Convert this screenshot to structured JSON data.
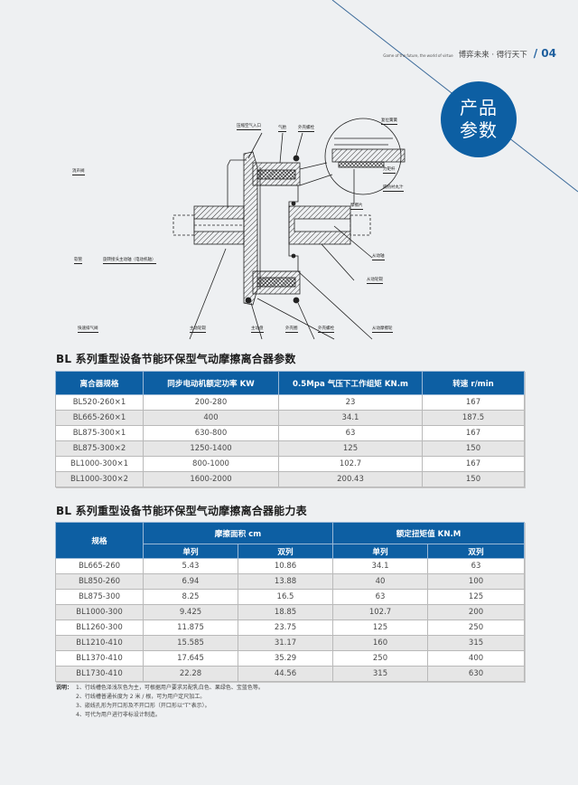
{
  "header": {
    "slogan_en": "Game of the future, the world of virtue",
    "slogan_cn": "博弈未来 · 得行天下",
    "page_number": "/ 04"
  },
  "badge": {
    "line1": "产品",
    "line2": "参数"
  },
  "colors": {
    "brand_blue": "#0d5fa3",
    "row_alt": "#e6e6e6",
    "background": "#eef0f2"
  },
  "diagram": {
    "labels": {
      "muffler_valve": "消声阀",
      "hose": "软管",
      "rotary_joint": "旋转接头",
      "drive_shaft": "主动轴（电动机轴）",
      "quick_exhaust_valve": "快速排气阀",
      "compressed_air_inlet": "压缩空气入口",
      "airbag": "气胎",
      "shell_screw_top": "外壳螺栓",
      "drive_hub": "主动轮毂",
      "drive_disc": "主动盘",
      "shell_ring": "外壳圈",
      "shell_screw_bottom": "外壳螺栓",
      "driven_friction_wheel": "从动摩擦轮",
      "driven_shaft": "从动轴",
      "driven_hub": "从动轮毂",
      "friction_pad": "摩擦片",
      "return_spring": "复位簧簧",
      "torque_bar": "力矩杆",
      "heat_shield": "隔热衬丸汁"
    }
  },
  "table1": {
    "title": "BL 系列重型设备节能环保型气动摩擦离合器参数",
    "headers": [
      "离合器规格",
      "同步电动机额定功率 KW",
      "0.5Mpa 气压下工作组矩 KN.m",
      "转速 r/min"
    ],
    "rows": [
      [
        "BL520-260×1",
        "200-280",
        "23",
        "167"
      ],
      [
        "BL665-260×1",
        "400",
        "34.1",
        "187.5"
      ],
      [
        "BL875-300×1",
        "630-800",
        "63",
        "167"
      ],
      [
        "BL875-300×2",
        "1250-1400",
        "125",
        "150"
      ],
      [
        "BL1000-300×1",
        "800-1000",
        "102.7",
        "167"
      ],
      [
        "BL1000-300×2",
        "1600-2000",
        "200.43",
        "150"
      ]
    ]
  },
  "table2": {
    "title": "BL 系列重型设备节能环保型气动摩擦离合器能力表",
    "header_spec": "规格",
    "header_area": "摩擦面积 cm",
    "header_torque": "额定扭矩值 KN.M",
    "sub_headers": [
      "单列",
      "双列",
      "单列",
      "双列"
    ],
    "rows": [
      [
        "BL665-260",
        "5.43",
        "10.86",
        "34.1",
        "63"
      ],
      [
        "BL850-260",
        "6.94",
        "13.88",
        "40",
        "100"
      ],
      [
        "BL875-300",
        "8.25",
        "16.5",
        "63",
        "125"
      ],
      [
        "BL1000-300",
        "9.425",
        "18.85",
        "102.7",
        "200"
      ],
      [
        "BL1260-300",
        "11.875",
        "23.75",
        "125",
        "250"
      ],
      [
        "BL1210-410",
        "15.585",
        "31.17",
        "160",
        "315"
      ],
      [
        "BL1370-410",
        "17.645",
        "35.29",
        "250",
        "400"
      ],
      [
        "BL1730-410",
        "22.28",
        "44.56",
        "315",
        "630"
      ]
    ]
  },
  "notes": {
    "lead": "说明：",
    "items": [
      "1、行线槽色泽浅灰色为主，可根据用户要求另配乳白色、果绿色、宝蓝色等。",
      "2、行线槽普通长度为 2 米 / 根，可为用户定尺加工。",
      "3、嵌线孔形为开口形及不开口形（开口形以“T”表示）。",
      "4、可代为用户进行非标设计制造。"
    ]
  }
}
